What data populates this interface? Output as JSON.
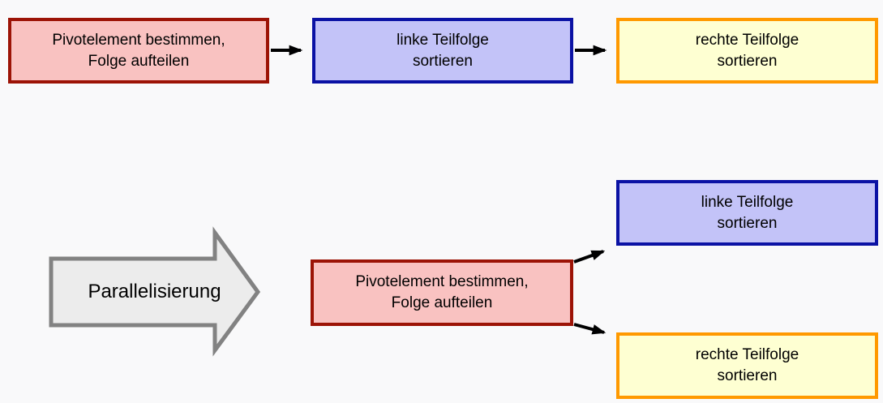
{
  "colors": {
    "background": "#f9f9fa",
    "pivot_fill": "#f9c2c1",
    "pivot_border": "#9c1306",
    "left_fill": "#c3c3f8",
    "left_border": "#0b12a4",
    "right_fill": "#feffd2",
    "right_border": "#ff9900",
    "big_arrow_fill": "#ececec",
    "big_arrow_border": "#828282",
    "connector": "#000000",
    "text": "#000000"
  },
  "sequential_flow": {
    "pivot": {
      "line1": "Pivotelement bestimmen,",
      "line2": "Folge aufteilen"
    },
    "left": {
      "line1": "linke Teilfolge",
      "line2": "sortieren"
    },
    "right": {
      "line1": "rechte Teilfolge",
      "line2": "sortieren"
    }
  },
  "parallel_flow": {
    "label": "Parallelisierung",
    "pivot": {
      "line1": "Pivotelement bestimmen,",
      "line2": "Folge aufteilen"
    },
    "left": {
      "line1": "linke Teilfolge",
      "line2": "sortieren"
    },
    "right": {
      "line1": "rechte Teilfolge",
      "line2": "sortieren"
    }
  }
}
